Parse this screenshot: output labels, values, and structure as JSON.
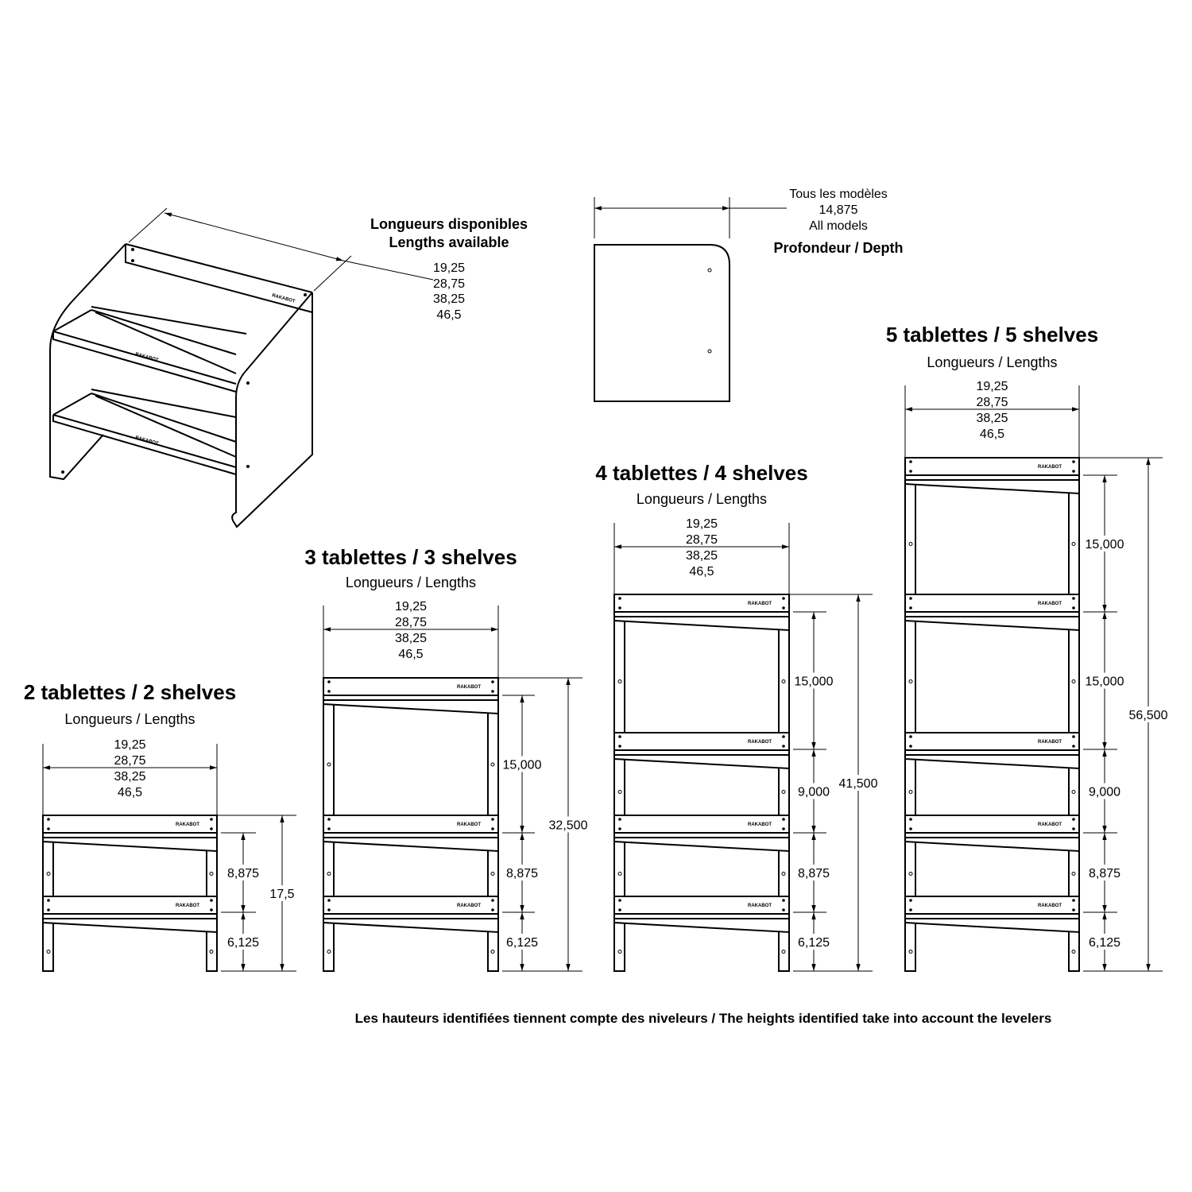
{
  "brand": "RAKABOT",
  "iso": {
    "heading_fr": "Longueurs disponibles",
    "heading_en": "Lengths available",
    "lengths": [
      "19,25",
      "28,75",
      "38,25",
      "46,5"
    ]
  },
  "depth": {
    "label_fr": "Tous les modèles",
    "value": "14,875",
    "label_en": "All models",
    "title": "Profondeur / Depth"
  },
  "units": [
    {
      "title": "2 tablettes / 2 shelves",
      "subtitle": "Longueurs / Lengths",
      "lengths": [
        "19,25",
        "28,75",
        "38,25",
        "46,5"
      ],
      "segments": [
        "8,875",
        "6,125"
      ],
      "total": "17,5"
    },
    {
      "title": "3 tablettes / 3 shelves",
      "subtitle": "Longueurs / Lengths",
      "lengths": [
        "19,25",
        "28,75",
        "38,25",
        "46,5"
      ],
      "segments": [
        "15,000",
        "8,875",
        "6,125"
      ],
      "total": "32,500"
    },
    {
      "title": "4 tablettes / 4 shelves",
      "subtitle": "Longueurs / Lengths",
      "lengths": [
        "19,25",
        "28,75",
        "38,25",
        "46,5"
      ],
      "segments": [
        "15,000",
        "9,000",
        "8,875",
        "6,125"
      ],
      "total": "41,500"
    },
    {
      "title": "5 tablettes / 5 shelves",
      "subtitle": "Longueurs / Lengths",
      "lengths": [
        "19,25",
        "28,75",
        "38,25",
        "46,5"
      ],
      "segments": [
        "15,000",
        "15,000",
        "9,000",
        "8,875",
        "6,125"
      ],
      "total": "56,500"
    }
  ],
  "footer": "Les hauteurs identifiées tiennent compte des niveleurs / The heights identified take into account the levelers"
}
